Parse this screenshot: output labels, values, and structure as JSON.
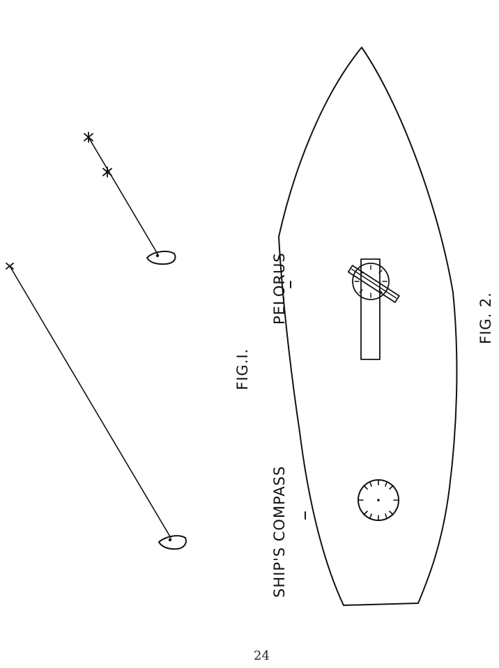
{
  "fig1": {
    "caption": "FIG.I."
  },
  "fig2": {
    "caption": "FIG. 2.",
    "labels": {
      "pelorus": "PELORUS",
      "ships_compass": "SHIP'S COMPASS"
    }
  },
  "page_number": "24"
}
